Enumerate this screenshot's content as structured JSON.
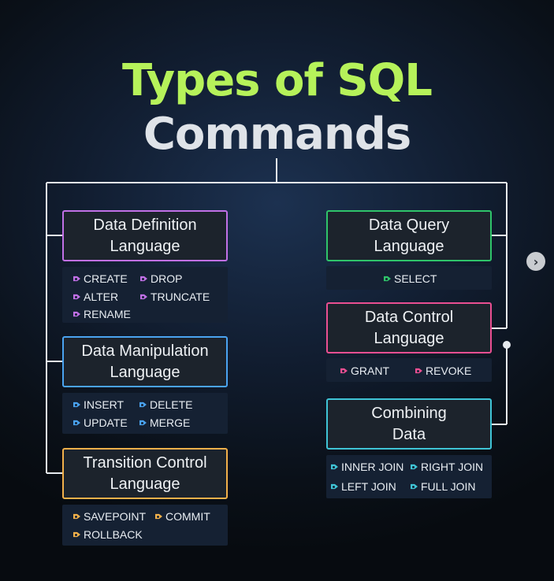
{
  "title": {
    "line1": "Types of SQL",
    "line2": "Commands"
  },
  "nav": {
    "next_icon": "chevron-right-icon",
    "glyph": "›"
  },
  "categories": [
    {
      "id": "ddl",
      "label_line1": "Data Definition",
      "label_line2": "Language",
      "color": "#c170e6",
      "commands": [
        "CREATE",
        "DROP",
        "ALTER",
        "TRUNCATE",
        "RENAME"
      ]
    },
    {
      "id": "dml",
      "label_line1": "Data Manipulation",
      "label_line2": "Language",
      "color": "#4aa3f0",
      "commands": [
        "INSERT",
        "DELETE",
        "UPDATE",
        "MERGE"
      ]
    },
    {
      "id": "tcl",
      "label_line1": "Transition Control",
      "label_line2": "Language",
      "color": "#f2b04a",
      "commands": [
        "SAVEPOINT",
        "COMMIT",
        "ROLLBACK"
      ]
    },
    {
      "id": "dql",
      "label_line1": "Data Query",
      "label_line2": "Language",
      "color": "#2fc46a",
      "commands": [
        "SELECT"
      ]
    },
    {
      "id": "dcl",
      "label_line1": "Data Control",
      "label_line2": "Language",
      "color": "#ea4f92",
      "commands": [
        "GRANT",
        "REVOKE"
      ]
    },
    {
      "id": "joins",
      "label_line1": "Combining",
      "label_line2": "Data",
      "color": "#3fc4d6",
      "commands": [
        "INNER JOIN",
        "RIGHT JOIN",
        "LEFT JOIN",
        "FULL JOIN"
      ]
    }
  ]
}
